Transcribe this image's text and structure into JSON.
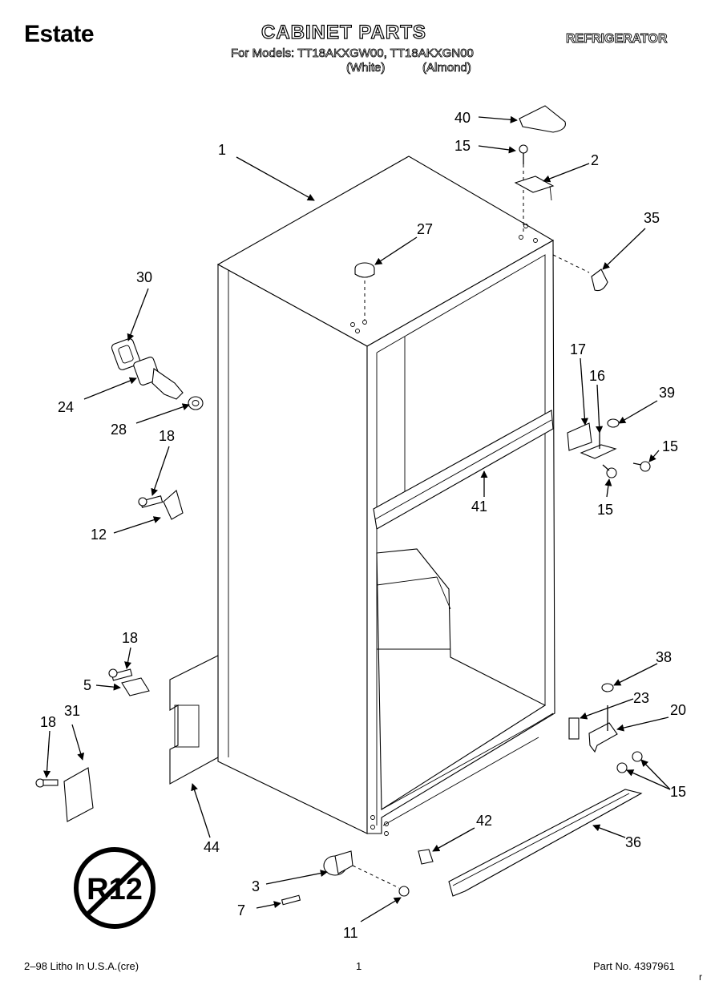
{
  "header": {
    "brand": "Estate",
    "title": "CABINET PARTS",
    "category": "REFRIGERATOR",
    "models_line": "For Models: TT18AKXGW00, TT18AKXGN00",
    "color_white": "(White)",
    "color_almond": "(Almond)"
  },
  "callouts": {
    "p1": "1",
    "p2": "2",
    "p3": "3",
    "p5": "5",
    "p7": "7",
    "p11": "11",
    "p12": "12",
    "p15a": "15",
    "p15b": "15",
    "p15c": "15",
    "p15d": "15",
    "p16": "16",
    "p17": "17",
    "p18a": "18",
    "p18b": "18",
    "p18c": "18",
    "p20": "20",
    "p23": "23",
    "p24": "24",
    "p27": "27",
    "p28": "28",
    "p30": "30",
    "p31": "31",
    "p35": "35",
    "p36": "36",
    "p38": "38",
    "p39": "39",
    "p40": "40",
    "p41": "41",
    "p42": "42",
    "p44": "44"
  },
  "symbol": {
    "r12": "R12"
  },
  "footer": {
    "litho": "2–98 Litho In U.S.A.(cre)",
    "page": "1",
    "part_no": "Part No. 4397961",
    "corner": "r"
  }
}
